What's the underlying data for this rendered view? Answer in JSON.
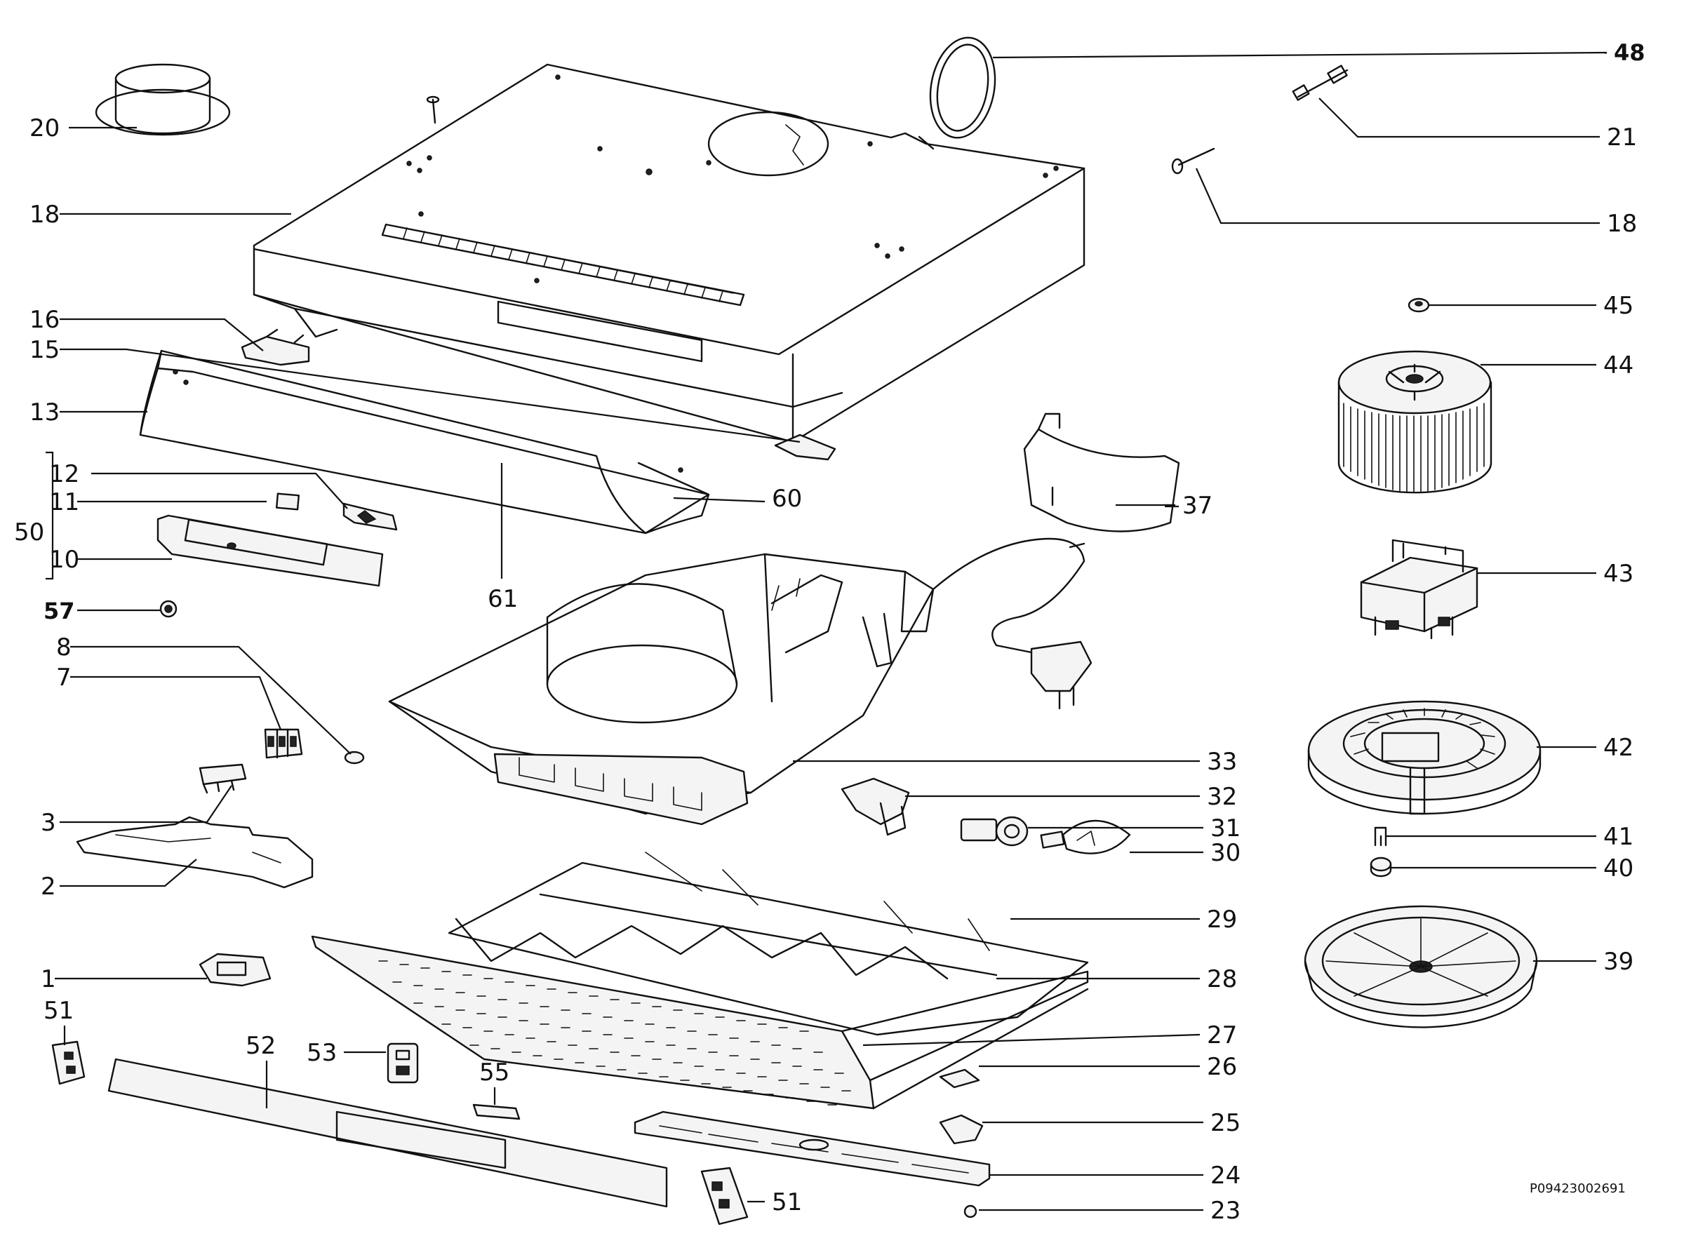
{
  "reference_code": "P09423002691",
  "callouts": {
    "c48": "48",
    "c21": "21",
    "c18r": "18",
    "c45": "45",
    "c44": "44",
    "c37": "37",
    "c43": "43",
    "c42": "42",
    "c33": "33",
    "c32": "32",
    "c31": "31",
    "c30": "30",
    "c41": "41",
    "c40": "40",
    "c29": "29",
    "c39": "39",
    "c28": "28",
    "c27": "27",
    "c26": "26",
    "c25": "25",
    "c24": "24",
    "c23": "23",
    "c51b": "51",
    "c20": "20",
    "c18l": "18",
    "c16": "16",
    "c15": "15",
    "c13": "13",
    "c12": "12",
    "c11": "11",
    "c50": "50",
    "c10": "10",
    "c60": "60",
    "c61": "61",
    "c57": "57",
    "c8": "8",
    "c7": "7",
    "c3": "3",
    "c2": "2",
    "c1": "1",
    "c51a": "51",
    "c52": "52",
    "c53": "53",
    "c55": "55"
  }
}
